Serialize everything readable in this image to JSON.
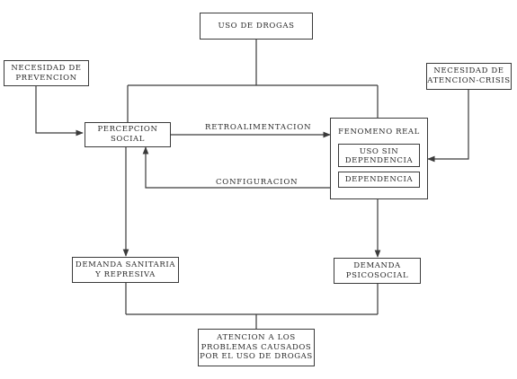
{
  "nodes": {
    "uso_drogas": "USO DE DROGAS",
    "necesidad_prevencion": [
      "NECESIDAD DE",
      "PREVENCION"
    ],
    "necesidad_atencion": [
      "NECESIDAD DE",
      "ATENCION-CRISIS"
    ],
    "percepcion_social": [
      "PERCEPCION",
      "SOCIAL"
    ],
    "fenomeno_real": "FENOMENO REAL",
    "uso_sin_dependencia": [
      "USO SIN",
      "DEPENDENCIA"
    ],
    "dependencia": "DEPENDENCIA",
    "demanda_sanitaria": [
      "DEMANDA SANITARIA",
      "Y REPRESIVA"
    ],
    "demanda_psicosocial": [
      "DEMANDA",
      "PSICOSOCIAL"
    ],
    "atencion_problemas": [
      "ATENCION A LOS",
      "PROBLEMAS CAUSADOS",
      "POR EL USO DE DROGAS"
    ]
  },
  "edges": {
    "retroalimentacion": "RETROALIMENTACION",
    "configuracion": "CONFIGURACION"
  },
  "colors": {
    "line": "#3a3a3a",
    "text": "#2a2a2a"
  }
}
